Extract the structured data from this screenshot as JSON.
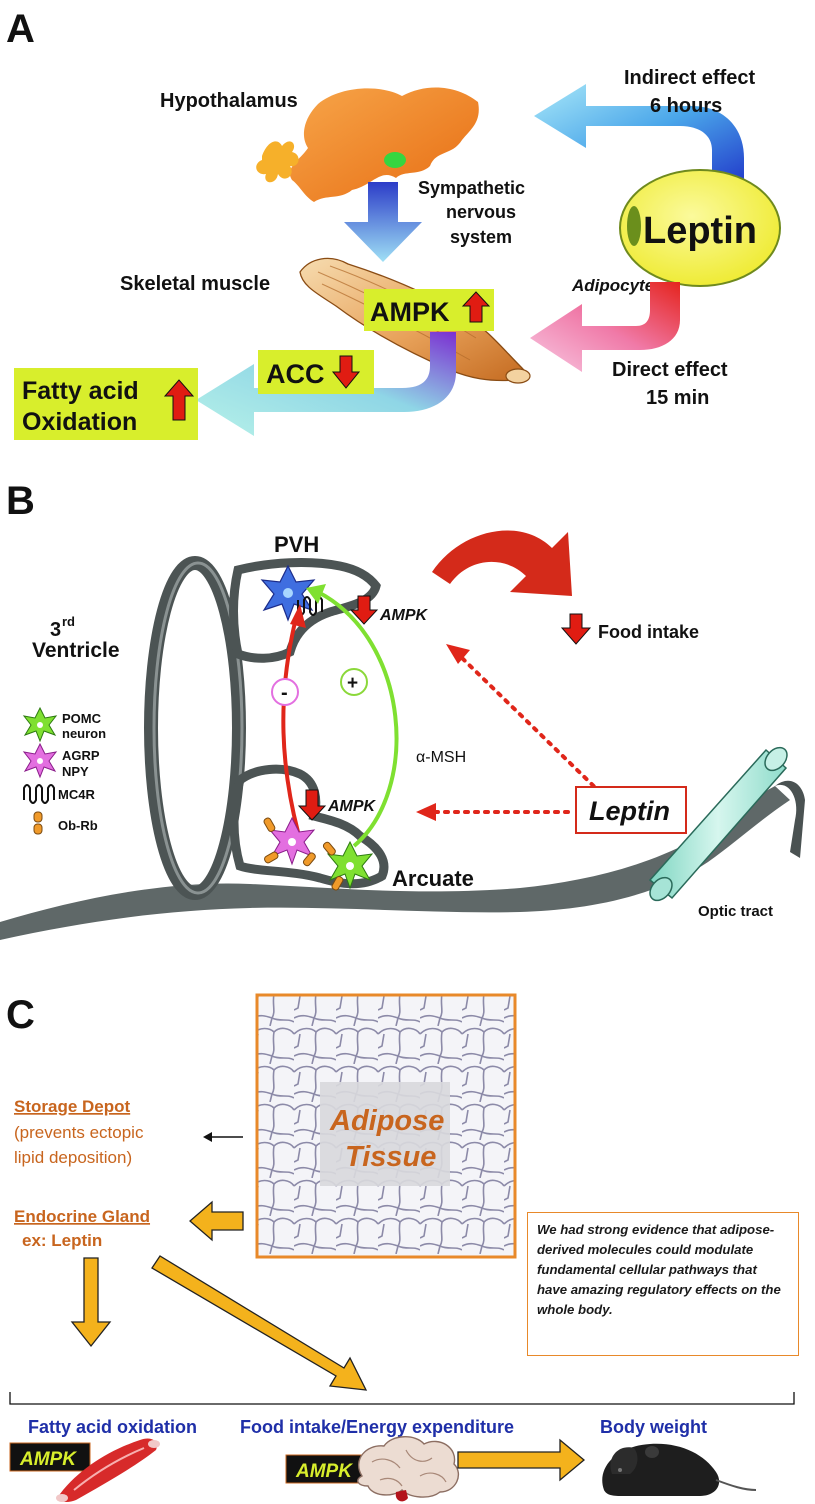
{
  "panels": {
    "a": "A",
    "b": "B",
    "c": "C"
  },
  "panel_a": {
    "hypothalamus": "Hypothalamus",
    "indirect_line1": "Indirect effect",
    "indirect_line2": "6 hours",
    "sns_line1": "Sympathetic",
    "sns_line2": "nervous",
    "sns_line3": "system",
    "leptin": "Leptin",
    "adipocyte": "Adipocyte",
    "skeletal_muscle": "Skeletal muscle",
    "ampk": "AMPK",
    "acc": "ACC",
    "fao_line1": "Fatty acid",
    "fao_line2": "Oxidation",
    "direct_line1": "Direct effect",
    "direct_line2": "15 min"
  },
  "panel_b": {
    "pvh": "PVH",
    "ventricle_main": "3",
    "ventricle_sup": "rd",
    "ventricle_line2": "Ventricle",
    "ampk_top": "AMPK",
    "ampk_bottom": "AMPK",
    "food_intake": "Food intake",
    "minus": "-",
    "plus": "+",
    "amsh": "α-MSH",
    "leptin": "Leptin",
    "arcuate": "Arcuate",
    "optic_tract": "Optic tract",
    "legend": {
      "pomc_line1": "POMC",
      "pomc_line2": "neuron",
      "agrp_line1": "AGRP",
      "agrp_line2": "NPY",
      "mc4r": "MC4R",
      "obrb": "Ob-Rb"
    }
  },
  "panel_c": {
    "adipose_line1": "Adipose",
    "adipose_line2": "Tissue",
    "storage_title": "Storage Depot",
    "storage_line1": "(prevents ectopic",
    "storage_line2": "lipid deposition)",
    "endocrine_title": "Endocrine Gland",
    "endocrine_example": "ex: Leptin",
    "note": "We had strong evidence that adipose-derived molecules could modulate fundamental cellular pathways that have amazing regulatory effects on the whole body.",
    "outcomes": {
      "fao": "Fatty acid oxidation",
      "food": "Food intake/Energy expenditure",
      "bw": "Body weight"
    },
    "ampk_left": "AMPK",
    "ampk_mid": "AMPK"
  },
  "colors": {
    "orange_text": "#c8651e",
    "blue_text": "#1f2fa8",
    "arrow_red": "#d42a1a",
    "arrow_green": "#7fe031",
    "highlight": "#d8ee2c",
    "leptin_fill": "#f4f24c",
    "block_arrow": "#f4b21c",
    "ribbon": "#5f6868"
  }
}
